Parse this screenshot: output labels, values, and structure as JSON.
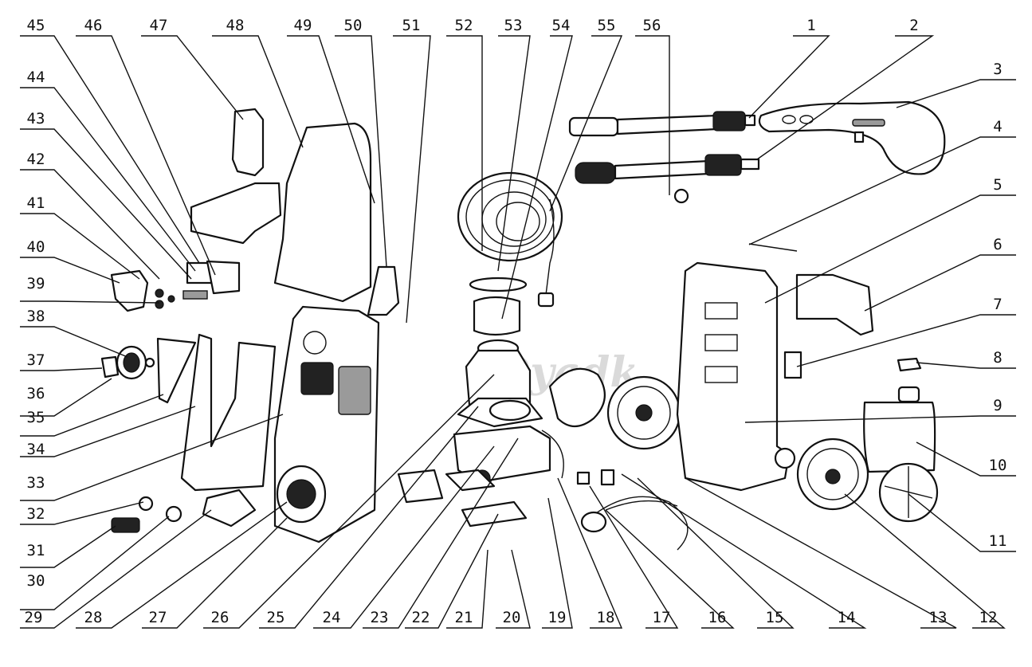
{
  "watermark": "Dyadk",
  "callouts_top": [
    "45",
    "46",
    "47",
    "48",
    "49",
    "50",
    "51",
    "52",
    "53",
    "54",
    "55",
    "56",
    "1",
    "2"
  ],
  "callouts_right": [
    "3",
    "4",
    "5",
    "6",
    "7",
    "8",
    "9",
    "10",
    "11"
  ],
  "callouts_left": [
    "44",
    "43",
    "42",
    "41",
    "40",
    "39",
    "38",
    "37",
    "36",
    "35",
    "34",
    "33",
    "32",
    "31",
    "30"
  ],
  "callouts_bottom": [
    "29",
    "28",
    "27",
    "26",
    "25",
    "24",
    "23",
    "22",
    "21",
    "20",
    "19",
    "18",
    "17",
    "16",
    "15",
    "14",
    "13",
    "12"
  ]
}
